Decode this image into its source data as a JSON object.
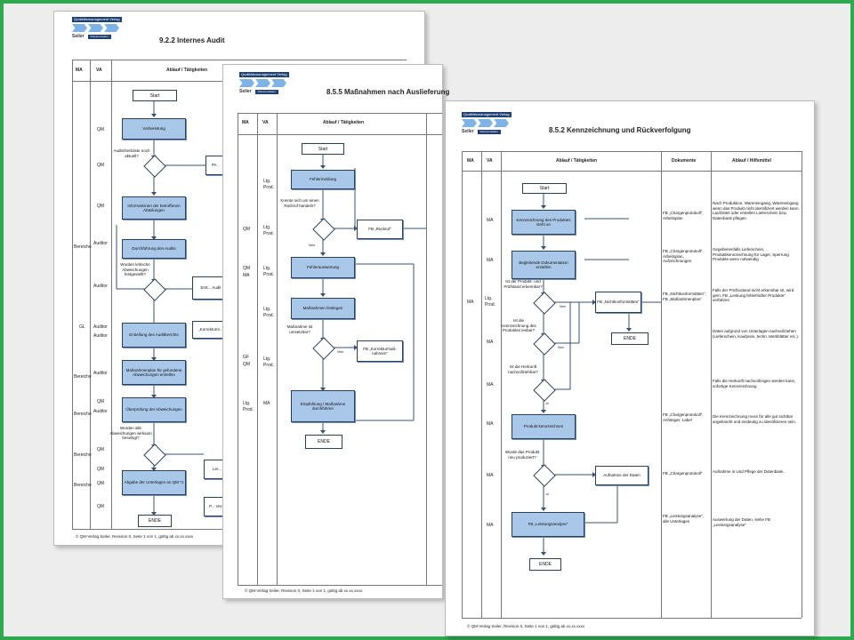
{
  "colors": {
    "frame": "#2fa84f",
    "flow_box": "#a9c7e8",
    "box_border": "#2b3f56",
    "logo": "#1d3f73"
  },
  "logo": {
    "publisher": "Qualitätsmanagement Verlag",
    "seiler": "Seiler",
    "doc": "Dokumentation"
  },
  "pages": [
    {
      "title": "9.2.2 Internes Audit",
      "headers": {
        "ma": "MA",
        "va": "VA",
        "process": "Ablauf / Tätigkeiten"
      },
      "roles_ma": [
        "Bereiche",
        "GL",
        "Bereiche",
        "Bereiche",
        "Bereiche",
        "Bereiche"
      ],
      "roles_va": [
        "QM",
        "QM",
        "QM",
        "Auditor",
        "Auditor",
        "Auditor",
        "Auditor",
        "Auditor",
        "QM",
        "Auditor",
        "QM",
        "QM",
        "QM",
        "QM"
      ],
      "start": "Start",
      "boxes": [
        "Vorbereitung",
        "Informationen der betroffenen Abteilungen",
        "Durchführung des Audits",
        "Erstellung des Auditberichts",
        "Maßnahmenplan für gefundene Abweichungen erstellen",
        "Überprüfung der Abweichungen",
        "Abgabe der Unterlagen an QM *1"
      ],
      "questions": [
        "Auditcheckliste noch aktuell?",
        "Wurden kritische Abweichungen festgestellt?",
        "Wurden alle Abweichungen wirksam beseitigt?"
      ],
      "side_boxes": [
        "PA",
        "Erst... Audit",
        "„Korrekturm...",
        "Ler...",
        "P... Ver..."
      ],
      "end": "ENDE",
      "footer": "© QM-Verlag Seiler, Revision 0, Seite 1 von 1, gültig ab xx.xx.xxxx"
    },
    {
      "title": "8.5.5 Maßnahmen nach Auslieferung",
      "headers": {
        "ma": "MA",
        "va": "VA",
        "process": "Ablauf / Tätigkeiten"
      },
      "roles_ma": [
        "QM",
        "QM",
        "MA",
        "GF",
        "QM",
        "Ltg.",
        "Prod."
      ],
      "roles_va": [
        "Ltg.",
        "Prod.",
        "Ltg.",
        "Prod.",
        "Ltg.",
        "Prod.",
        "Ltg.",
        "Prod.",
        "Ltg.",
        "Prod.",
        "MA"
      ],
      "start": "Start",
      "boxes": [
        "Fehlermeldung",
        "Fehlerauswertung",
        "Maßnahmen festlegen",
        "Empfehlung / Maßnahme durchführen"
      ],
      "questions": [
        "Konnte sich um einen Rückruf handeln?",
        "Maßnahme ist umsetzbar?"
      ],
      "side_boxes": [
        "FB „Rückruf“",
        "FB „Korrekturmaß-nahmen“"
      ],
      "yes": "Ja",
      "no": "Nein",
      "end": "ENDE",
      "footer": "© QM-Verlag Seiler, Revision 0, Seite 1 von 1, gültig ab xx.xx.xxxx"
    },
    {
      "title": "8.5.2 Kennzeichnung und Rückverfolgung",
      "headers": {
        "ma": "MA",
        "va": "VA",
        "process": "Ablauf / Tätigkeiten",
        "docs": "Dokumente",
        "aids": "Ablauf / Hilfsmittel"
      },
      "roles_ma": [
        "MA"
      ],
      "roles_va": [
        "MA",
        "MA",
        "Ltg.",
        "Prod.",
        "MA",
        "MA",
        "MA",
        "MA",
        "MA"
      ],
      "start": "Start",
      "boxes": [
        "Kennzeichnung des Produktes steht an",
        "Begleitende Dokumentation erstellen",
        "Produkt kennzeichnen",
        "FB „Leistungsanalyse“"
      ],
      "questions": [
        "Ist der Produkt- und Prüfstand erkennbar?",
        "Ist die Kennzeichnung des Produktes lesbar?",
        "Ist die Herkunft nachvollziehbar?",
        "Wurde das Produkt neu produziert?"
      ],
      "side_boxes": [
        "FB „Nichtkonformitäten“",
        "Aufnahme der Daten"
      ],
      "yes": "Ja",
      "no": "Nein",
      "end": "ENDE",
      "documents": [
        "FB „Chargenprotokoll“, Arbeitsplan",
        "FB „Chargenprotokoll“, Arbeitsplan, Aufzeichnungen",
        "FB „Nichtkonformitäten“, FB „Maßnahmenplan“",
        "FB „Chargenprotokoll“, Anhänger, Label",
        "FB „Chargenprotokoll“",
        "FB „Leistungsanalyse“, alle Unterlagen"
      ],
      "aids": [
        "Nach Produktion, Wareneingang, Wareneingang wenn das Produkt nicht identifiziert werden kann. Laufzettel oder erstellen Lieferschein bzw. Datenbank pflegen",
        "Gegebenenfalls Lieferschein, Produktkennzeichnung für Lager, Sperrung Produkte wenn notwendig",
        "Falls der Prüfzustand nicht erkennbar ist, wird gem. FB „Lenkung fehlerhafter Produkte“ verfahren",
        "Daten aufgrund von Unterlagen nachvollziehen (Lieferschein, Kaufpreis, techn. Merkblätter etc.).",
        "Falls die Herkunft nachvollzogen werden kann, sofortige Kennzeichnung",
        "Die Kennzeichnung muss für alle gut sichtbar angebracht und eindeutig zu identifizieren sein.",
        "Aufnahme in Und Pflege der Datenbank.",
        "Auswertung der Daten, siehe FB „Leistungsanalyse“"
      ],
      "footer": "© QM-Verlag Seiler, Revision 0, Seite 1 von 1, gültig ab xx.xx.xxxx"
    }
  ]
}
